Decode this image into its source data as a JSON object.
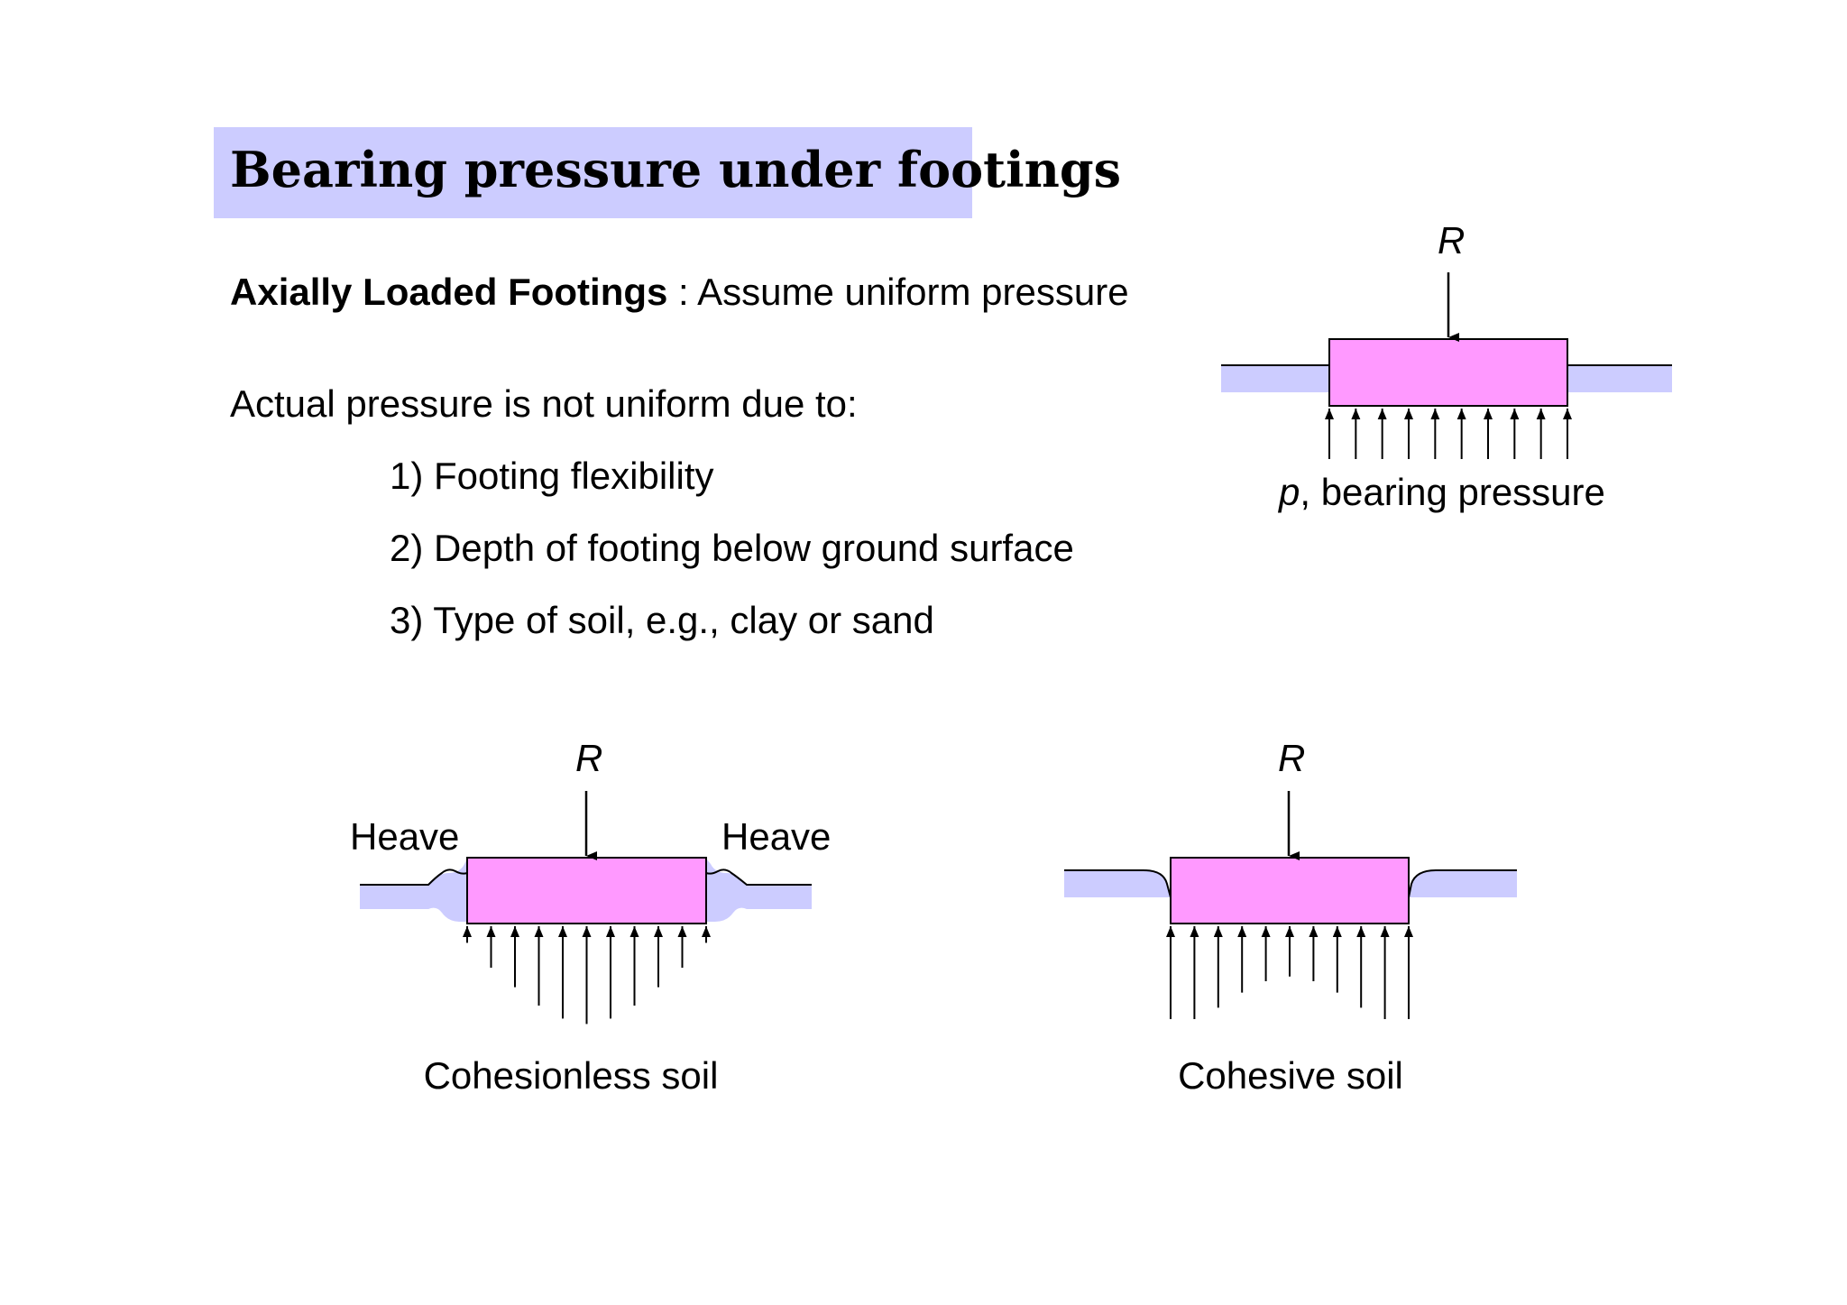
{
  "slide": {
    "title": "Bearing pressure under footings",
    "axial": {
      "bold": "Axially Loaded Footings",
      "rest": " : Assume uniform pressure"
    },
    "actual": "Actual pressure is not uniform due to:",
    "reasons": [
      "1) Footing flexibility",
      "2) Depth of footing below ground surface",
      "3) Type of soil, e.g., clay or sand"
    ]
  },
  "diagrams": {
    "uniform": {
      "load_label": "R",
      "pressure_label_var": "p",
      "pressure_label_rest": ", bearing pressure"
    },
    "cohesionless": {
      "load_label": "R",
      "heave_left": "Heave",
      "heave_right": "Heave",
      "caption": "Cohesionless soil",
      "pressure_profile": [
        0.17,
        0.4,
        0.58,
        0.75,
        0.87,
        0.92,
        0.87,
        0.75,
        0.58,
        0.4,
        0.17
      ]
    },
    "cohesive": {
      "load_label": "R",
      "caption": "Cohesive soil",
      "pressure_profile": [
        1.0,
        1.0,
        0.88,
        0.72,
        0.6,
        0.55,
        0.6,
        0.72,
        0.88,
        1.0,
        1.0
      ]
    }
  },
  "colors": {
    "title_bg": "#ccccff",
    "footing": "#ff99ff",
    "soil": "#ccccff"
  }
}
